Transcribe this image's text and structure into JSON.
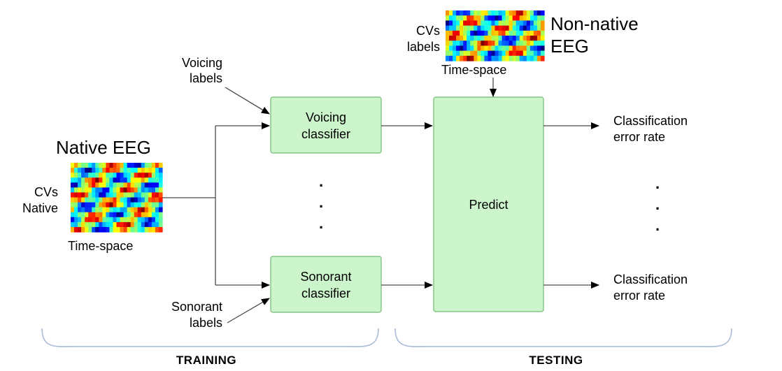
{
  "native": {
    "title": "Native EEG",
    "side_label_1": "CVs",
    "side_label_2": "Native",
    "caption": "Time-space"
  },
  "nonnative": {
    "title_1": "Non-native",
    "title_2": "EEG",
    "side_label_1": "CVs",
    "side_label_2": "labels",
    "caption": "Time-space"
  },
  "labels": {
    "voicing_1": "Voicing",
    "voicing_2": "labels",
    "sonorant_1": "Sonorant",
    "sonorant_2": "labels"
  },
  "boxes": {
    "voicing_1": "Voicing",
    "voicing_2": "classifier",
    "sonorant_1": "Sonorant",
    "sonorant_2": "classifier",
    "predict": "Predict"
  },
  "outputs": {
    "top_1": "Classification",
    "top_2": "error rate",
    "bottom_1": "Classification",
    "bottom_2": "error rate"
  },
  "sections": {
    "training": "TRAINING",
    "testing": "TESTING"
  },
  "colors": {
    "box_fill": "#ccf5cc",
    "box_stroke": "#74b874",
    "line": "#4a4a4a",
    "brace": "#a8bcd6"
  }
}
